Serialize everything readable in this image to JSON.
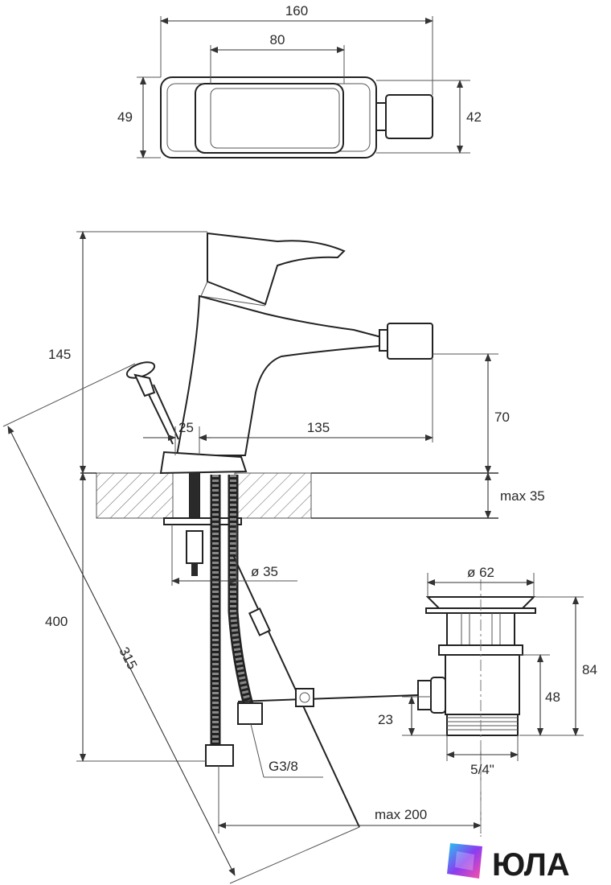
{
  "dimensions": {
    "top_width_total": "160",
    "top_width_lever": "80",
    "top_depth_left": "49",
    "top_depth_right": "42",
    "height_total": "145",
    "spout_height": "70",
    "base_offset": "25",
    "spout_reach": "135",
    "max_counter": "max 35",
    "hole_diameter": "ø 35",
    "overall_below": "400",
    "rod_length": "315",
    "hose_thread": "G3/8",
    "max_rod_reach": "max 200",
    "drain_diameter": "ø 62",
    "drain_total": "84",
    "drain_body": "48",
    "drain_connector": "23",
    "drain_thread": "5/4\""
  },
  "brand": {
    "name": "ЮЛА",
    "colors": {
      "cyan": "#22c8f0",
      "purple": "#8a3df0",
      "pink": "#ff4fa6"
    }
  }
}
